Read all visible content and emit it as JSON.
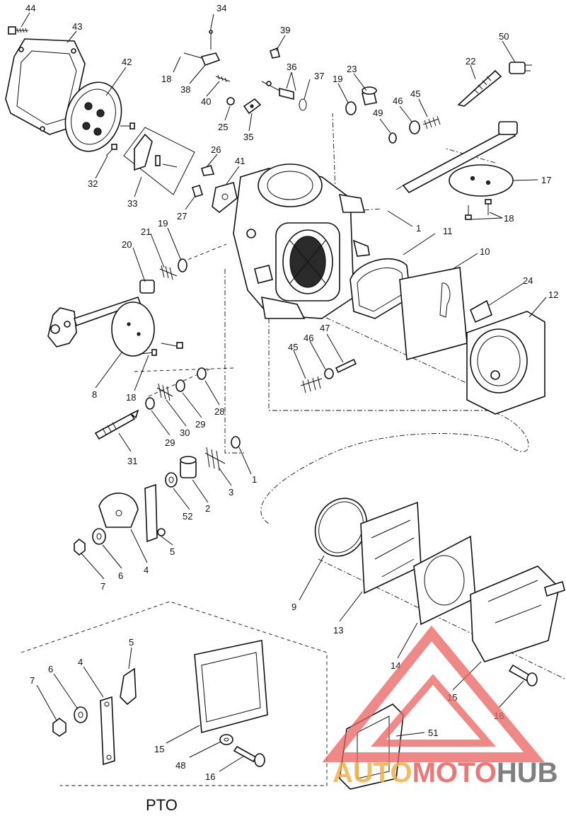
{
  "labels": [
    {
      "id": "44",
      "text": "44"
    },
    {
      "id": "43",
      "text": "43"
    },
    {
      "id": "42",
      "text": "42"
    },
    {
      "id": "34",
      "text": "34"
    },
    {
      "id": "39",
      "text": "39"
    },
    {
      "id": "50",
      "text": "50"
    },
    {
      "id": "18a",
      "text": "18"
    },
    {
      "id": "38",
      "text": "38"
    },
    {
      "id": "36",
      "text": "36"
    },
    {
      "id": "37",
      "text": "37"
    },
    {
      "id": "19a",
      "text": "19"
    },
    {
      "id": "23",
      "text": "23"
    },
    {
      "id": "22",
      "text": "22"
    },
    {
      "id": "40",
      "text": "40"
    },
    {
      "id": "25",
      "text": "25"
    },
    {
      "id": "35",
      "text": "35"
    },
    {
      "id": "49",
      "text": "49"
    },
    {
      "id": "46a",
      "text": "46"
    },
    {
      "id": "45a",
      "text": "45"
    },
    {
      "id": "32",
      "text": "32"
    },
    {
      "id": "33",
      "text": "33"
    },
    {
      "id": "26",
      "text": "26"
    },
    {
      "id": "41",
      "text": "41"
    },
    {
      "id": "27",
      "text": "27"
    },
    {
      "id": "17",
      "text": "17"
    },
    {
      "id": "18b",
      "text": "18"
    },
    {
      "id": "21",
      "text": "21"
    },
    {
      "id": "19b",
      "text": "19"
    },
    {
      "id": "20",
      "text": "20"
    },
    {
      "id": "1a",
      "text": "1"
    },
    {
      "id": "11",
      "text": "11"
    },
    {
      "id": "10",
      "text": "10"
    },
    {
      "id": "24",
      "text": "24"
    },
    {
      "id": "12",
      "text": "12"
    },
    {
      "id": "47",
      "text": "47"
    },
    {
      "id": "46b",
      "text": "46"
    },
    {
      "id": "45b",
      "text": "45"
    },
    {
      "id": "8",
      "text": "8"
    },
    {
      "id": "18c",
      "text": "18"
    },
    {
      "id": "28",
      "text": "28"
    },
    {
      "id": "29a",
      "text": "29"
    },
    {
      "id": "30",
      "text": "30"
    },
    {
      "id": "29b",
      "text": "29"
    },
    {
      "id": "31",
      "text": "31"
    },
    {
      "id": "1b",
      "text": "1"
    },
    {
      "id": "3",
      "text": "3"
    },
    {
      "id": "2",
      "text": "2"
    },
    {
      "id": "52",
      "text": "52"
    },
    {
      "id": "5a",
      "text": "5"
    },
    {
      "id": "4a",
      "text": "4"
    },
    {
      "id": "6a",
      "text": "6"
    },
    {
      "id": "7a",
      "text": "7"
    },
    {
      "id": "9",
      "text": "9"
    },
    {
      "id": "13",
      "text": "13"
    },
    {
      "id": "14",
      "text": "14"
    },
    {
      "id": "15a",
      "text": "15"
    },
    {
      "id": "16a",
      "text": "16"
    },
    {
      "id": "5b",
      "text": "5"
    },
    {
      "id": "4b",
      "text": "4"
    },
    {
      "id": "6b",
      "text": "6"
    },
    {
      "id": "7b",
      "text": "7"
    },
    {
      "id": "15b",
      "text": "15"
    },
    {
      "id": "51",
      "text": "51"
    },
    {
      "id": "48",
      "text": "48"
    },
    {
      "id": "16b",
      "text": "16"
    }
  ],
  "inset_title": "PTO",
  "watermark": {
    "part1": "AUTO",
    "part2": "MOTO",
    "part3": "HUB",
    "color1": "#f2b04a",
    "color2": "#e8615f",
    "color3": "#6b6b6b"
  }
}
